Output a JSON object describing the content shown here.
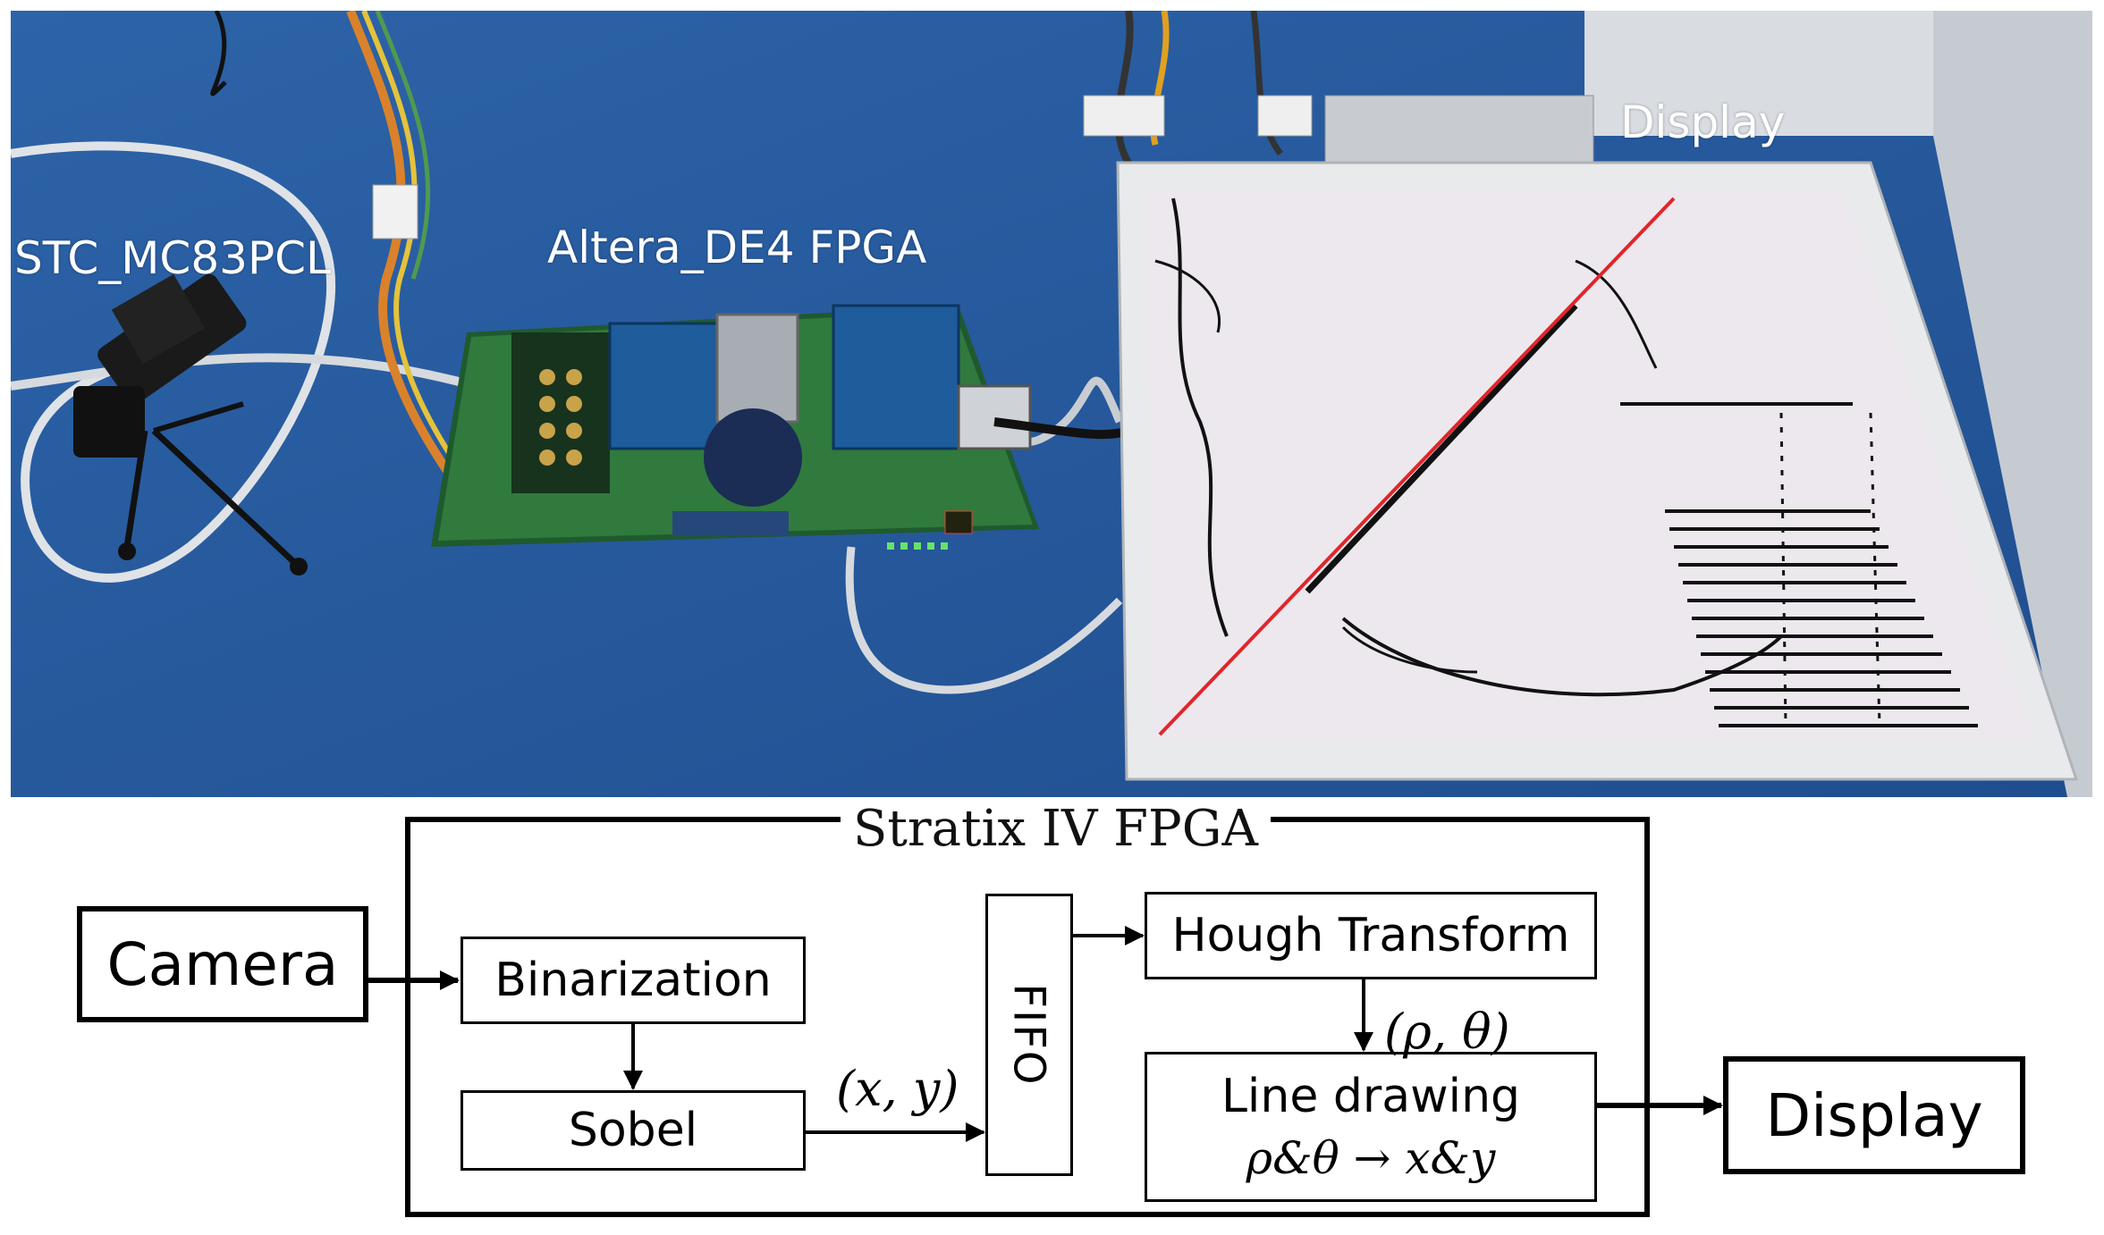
{
  "photo": {
    "labels": {
      "camera": "STC_MC83PCL",
      "board": "Altera_DE4 FPGA",
      "display": "Display"
    }
  },
  "diagram": {
    "fpga_title": "Stratix IV FPGA",
    "camera": "Camera",
    "binarization": "Binarization",
    "sobel": "Sobel",
    "fifo": "FIFO",
    "hough": "Hough Transform",
    "line_drawing": "Line drawing",
    "line_drawing_formula": "ρ&θ → x&y",
    "display": "Display",
    "xy_label": "(x, y)",
    "rho_theta_label": "(ρ, θ)"
  }
}
